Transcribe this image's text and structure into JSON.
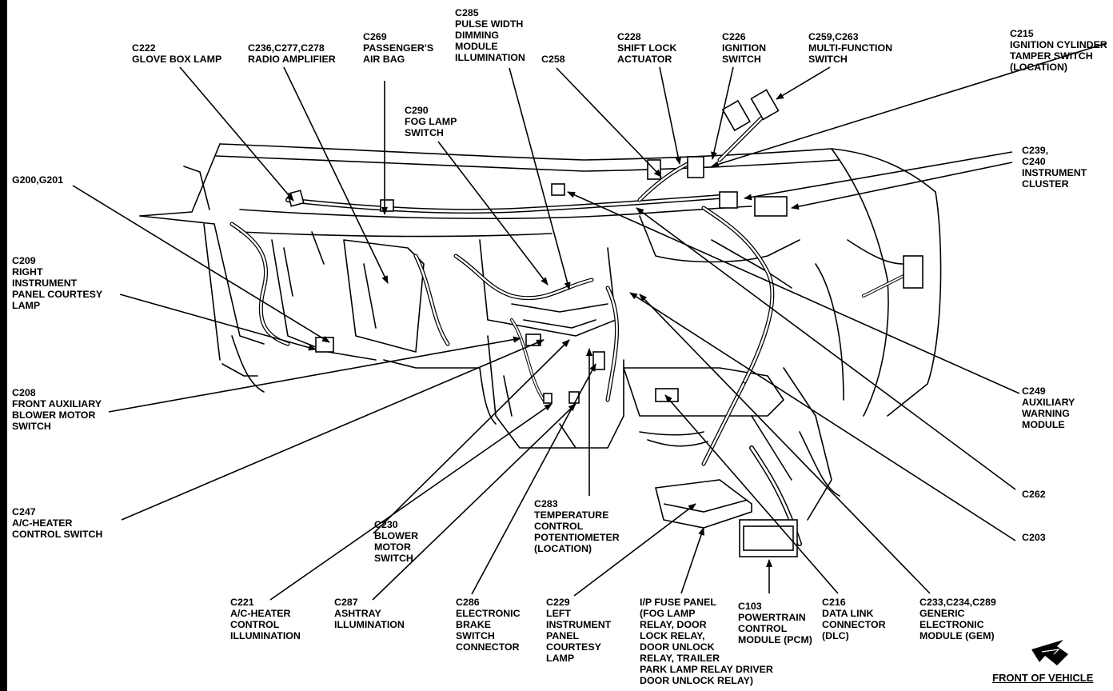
{
  "callouts": [
    {
      "id": "c222",
      "text": "C222\nGLOVE BOX LAMP"
    },
    {
      "id": "c236",
      "text": "C236,C277,C278\nRADIO AMPLIFIER"
    },
    {
      "id": "c269",
      "text": "C269\nPASSENGER'S\nAIR BAG"
    },
    {
      "id": "c285",
      "text": "C285\nPULSE WIDTH\nDIMMING\nMODULE\nILLUMINATION"
    },
    {
      "id": "c258",
      "text": "C258"
    },
    {
      "id": "c228",
      "text": "C228\nSHIFT LOCK\nACTUATOR"
    },
    {
      "id": "c226",
      "text": "C226\nIGNITION\nSWITCH"
    },
    {
      "id": "c259",
      "text": "C259,C263\nMULTI-FUNCTION\nSWITCH"
    },
    {
      "id": "c215",
      "text": "C215\nIGNITION CYLINDER\nTAMPER SWITCH\n(LOCATION)"
    },
    {
      "id": "c290",
      "text": "C290\nFOG LAMP\nSWITCH"
    },
    {
      "id": "g200",
      "text": "G200,G201"
    },
    {
      "id": "c239",
      "text": "C239,\nC240\nINSTRUMENT\nCLUSTER"
    },
    {
      "id": "c209",
      "text": "C209\nRIGHT\nINSTRUMENT\nPANEL COURTESY\nLAMP"
    },
    {
      "id": "c208",
      "text": "C208\nFRONT AUXILIARY\nBLOWER MOTOR\nSWITCH"
    },
    {
      "id": "c249",
      "text": "C249\nAUXILIARY\nWARNING\nMODULE"
    },
    {
      "id": "c262",
      "text": "C262"
    },
    {
      "id": "c247",
      "text": "C247\nA/C-HEATER\nCONTROL SWITCH"
    },
    {
      "id": "c230",
      "text": "C230\nBLOWER\nMOTOR\nSWITCH"
    },
    {
      "id": "c283",
      "text": "C283\nTEMPERATURE\nCONTROL\nPOTENTIOMETER\n(LOCATION)"
    },
    {
      "id": "c203",
      "text": "C203"
    },
    {
      "id": "c221",
      "text": "C221\nA/C-HEATER\nCONTROL\nILLUMINATION"
    },
    {
      "id": "c287",
      "text": "C287\nASHTRAY\nILLUMINATION"
    },
    {
      "id": "c286",
      "text": "C286\nELECTRONIC\nBRAKE\nSWITCH\nCONNECTOR"
    },
    {
      "id": "c229",
      "text": "C229\nLEFT\nINSTRUMENT\nPANEL\nCOURTESY\nLAMP"
    },
    {
      "id": "fuse",
      "text": "I/P FUSE PANEL\n(FOG LAMP\nRELAY, DOOR\nLOCK RELAY,\nDOOR UNLOCK\nRELAY, TRAILER\nPARK LAMP RELAY DRIVER\nDOOR UNLOCK RELAY)"
    },
    {
      "id": "c103",
      "text": "C103\nPOWERTRAIN\nCONTROL\nMODULE (PCM)"
    },
    {
      "id": "c216",
      "text": "C216\nDATA LINK\nCONNECTOR\n(DLC)"
    },
    {
      "id": "c233",
      "text": "C233,C234,C289\nGENERIC\nELECTRONIC\nMODULE (GEM)"
    }
  ],
  "front_of_vehicle": "FRONT OF VEHICLE"
}
